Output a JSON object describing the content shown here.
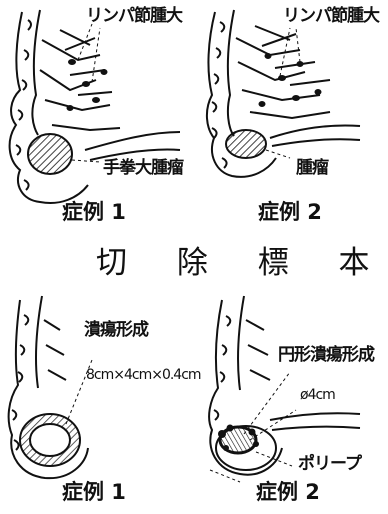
{
  "top_left": {
    "lymph_label": "リンパ節腫大",
    "tumor_label": "手拳大腫瘤",
    "case_label": "症例 1"
  },
  "top_right": {
    "lymph_label": "リンパ節腫大",
    "tumor_label": "腫瘤",
    "case_label": "症例 2"
  },
  "section_title": "切 除 標 本",
  "bottom_left": {
    "ulcer_label": "潰瘍形成",
    "size_label": "8cm×4cm×0.4cm",
    "case_label": "症例 1"
  },
  "bottom_right": {
    "ulcer_label": "円形潰瘍形成",
    "diameter_label": "ø4cm",
    "polyp_label": "ポリープ",
    "case_label": "症例 2"
  }
}
